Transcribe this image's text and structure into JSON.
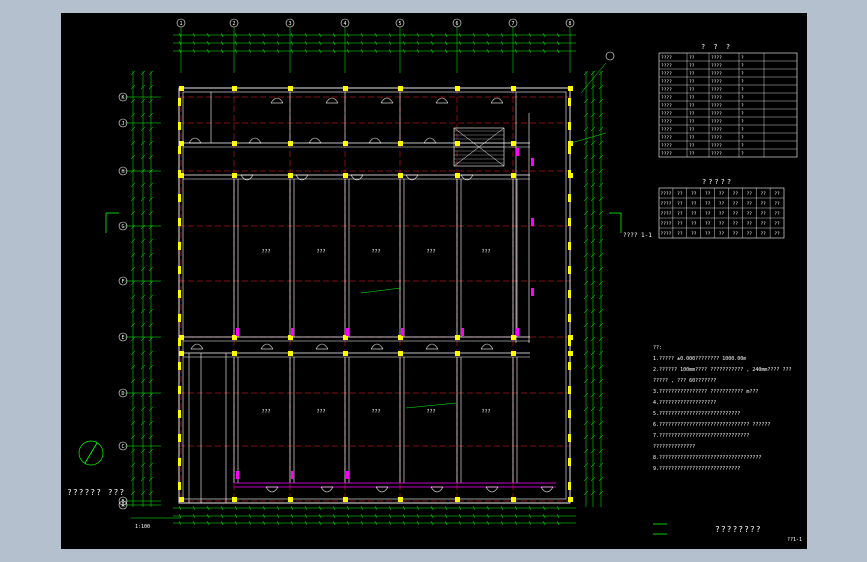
{
  "colors": {
    "background": "#b4c0cd",
    "sheet": "#000000",
    "grid": "#00ff00",
    "wall": "#ffffff",
    "axis_line": "#ff2020",
    "column": "#ffff00",
    "accent": "#ff00ff",
    "text": "#ffffff"
  },
  "grid_axes": {
    "top": [
      "1",
      "2",
      "3",
      "4",
      "5",
      "6",
      "7",
      "8"
    ],
    "left": [
      "K",
      "J",
      "H",
      "G",
      "F",
      "E",
      "D",
      "C",
      "B",
      "A"
    ]
  },
  "table1": {
    "title": "? ? ?",
    "rows": [
      [
        "????",
        "??",
        "????",
        "?"
      ],
      [
        "????",
        "??",
        "????",
        "?"
      ],
      [
        "????",
        "??",
        "????",
        "?"
      ],
      [
        "????",
        "??",
        "????",
        "?"
      ],
      [
        "????",
        "??",
        "????",
        "?"
      ],
      [
        "????",
        "??",
        "????",
        "?"
      ],
      [
        "????",
        "??",
        "????",
        "?"
      ],
      [
        "????",
        "??",
        "????",
        "?"
      ],
      [
        "????",
        "??",
        "????",
        "?"
      ],
      [
        "????",
        "??",
        "????",
        "?"
      ],
      [
        "????",
        "??",
        "????",
        "?"
      ],
      [
        "????",
        "??",
        "????",
        "?"
      ],
      [
        "????",
        "??",
        "????",
        "?"
      ]
    ]
  },
  "table2": {
    "title": "?????",
    "rows": [
      [
        "????",
        "??",
        "??",
        "??",
        "??",
        "??",
        "??",
        "??",
        "??"
      ],
      [
        "????",
        "??",
        "??",
        "??",
        "??",
        "??",
        "??",
        "??",
        "??"
      ],
      [
        "????",
        "??",
        "??",
        "??",
        "??",
        "??",
        "??",
        "??",
        "??"
      ],
      [
        "????",
        "??",
        "??",
        "??",
        "??",
        "??",
        "??",
        "??",
        "??"
      ],
      [
        "????",
        "??",
        "??",
        "??",
        "??",
        "??",
        "??",
        "??",
        "??"
      ]
    ]
  },
  "notes": {
    "heading": "??:",
    "lines": [
      "1.????? ±0.000???????? 1000.00m",
      "2.?????? 100mm???? ??????????? , 240mm???? ???",
      "  ????? , ??? 60???????",
      "3.???????????????? ??????????? m???",
      "4.???????????????????",
      "5.???????????????????????????",
      "6.?????????????????????????????? ??????",
      "7.??????????????????????????????",
      "  ??????????????",
      "8.??????????????????????????????????",
      "9.???????????????????????????"
    ]
  },
  "sheet_title": "????????",
  "sheet_number": "??1-1",
  "plan_title": "?????? ???",
  "scale_label": "1:100",
  "section_mark_right": "???? 1-1",
  "room_labels": [
    "???",
    "???",
    "???",
    "???",
    "???",
    "???",
    "???",
    "???",
    "???",
    "???"
  ]
}
